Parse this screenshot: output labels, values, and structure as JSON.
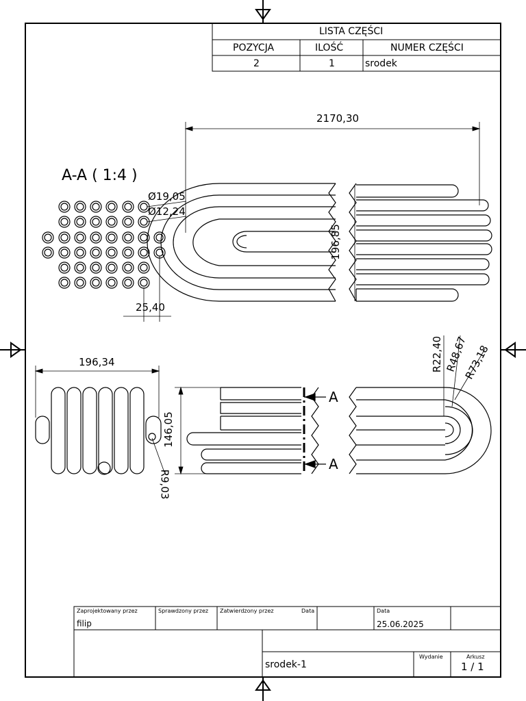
{
  "parts_list": {
    "title": "LISTA CZĘŚCI",
    "headers": [
      "POZYCJA",
      "ILOŚĆ",
      "NUMER CZĘŚCI"
    ],
    "rows": [
      [
        "2",
        "1",
        "srodek"
      ]
    ]
  },
  "section": {
    "label": "A-A ( 1:4 )",
    "dim_outer": "Ø19,05",
    "dim_inner": "Ø12,24",
    "dim_pitch": "25,40"
  },
  "top_view": {
    "dim_length": "2170,30",
    "dim_height": "196,85"
  },
  "side_view": {
    "dim_width": "196,34",
    "dim_radius": "R9,03"
  },
  "front_view": {
    "dim_height": "146,05",
    "section_marker": "A",
    "r1": "R22,40",
    "r2": "R48,67",
    "r3": "R73,18"
  },
  "title_block": {
    "designed_by_label": "Zaprojektowany przez",
    "designed_by": "filip",
    "checked_by_label": "Sprawdzony przez",
    "approved_by_label": "Zatwierdzony przez",
    "date_label_1": "Data",
    "date_label_2": "Data",
    "date": "25.06.2025",
    "drawing_name": "srodek-1",
    "revision_label": "Wydanie",
    "sheet_label": "Arkusz",
    "sheet": "1 / 1"
  }
}
